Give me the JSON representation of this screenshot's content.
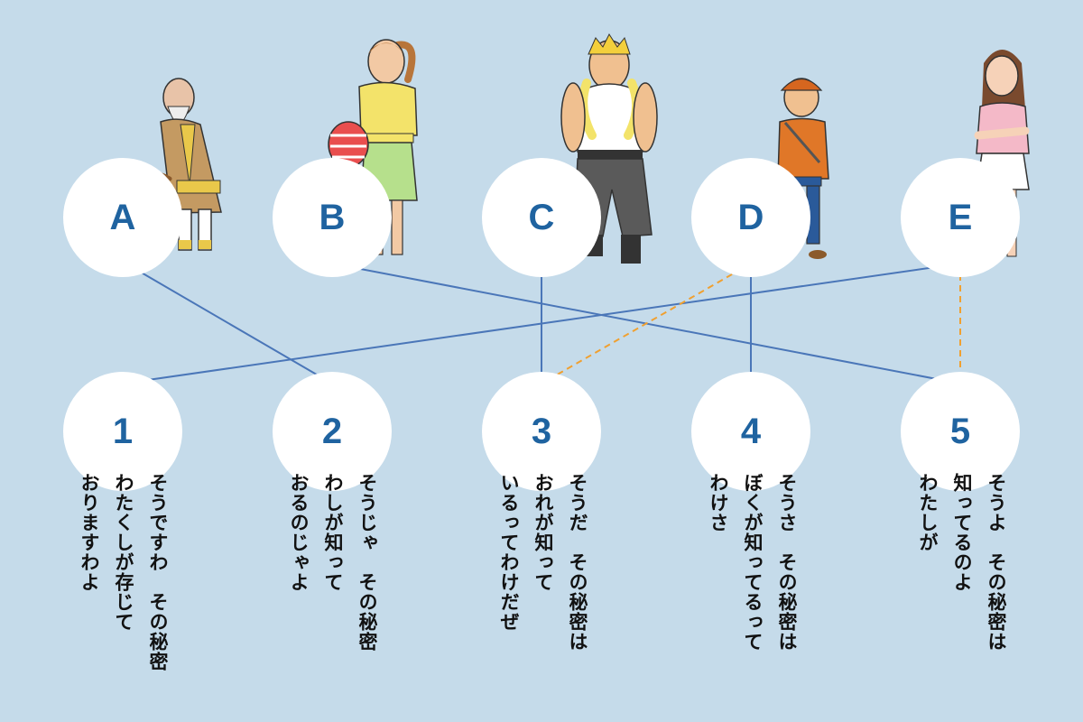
{
  "characters": [
    {
      "label": "A",
      "role": "old man"
    },
    {
      "label": "B",
      "role": "woman with bag"
    },
    {
      "label": "C",
      "role": "muscular man"
    },
    {
      "label": "D",
      "role": "boy"
    },
    {
      "label": "E",
      "role": "young lady"
    }
  ],
  "speeches": [
    {
      "number": "1",
      "lines": [
        "そうですわ　その秘密",
        "わたくしが存じて",
        "おりますわよ"
      ]
    },
    {
      "number": "2",
      "lines": [
        "そうじゃ　その秘密",
        "わしが知って",
        "おるのじゃよ"
      ]
    },
    {
      "number": "3",
      "lines": [
        "そうだ　その秘密は",
        "おれが知って",
        "いるってわけだぜ"
      ]
    },
    {
      "number": "4",
      "lines": [
        "そうさ　その秘密は",
        "ぼくが知ってるって",
        "わけさ"
      ]
    },
    {
      "number": "5",
      "lines": [
        "そうよ　その秘密は",
        "知ってるのよ",
        "わたしが"
      ]
    }
  ],
  "connections": [
    {
      "from": "A",
      "to": "2",
      "style": "solid"
    },
    {
      "from": "B",
      "to": "5",
      "style": "solid"
    },
    {
      "from": "C",
      "to": "3",
      "style": "solid"
    },
    {
      "from": "D",
      "to": "4",
      "style": "solid"
    },
    {
      "from": "E",
      "to": "1",
      "style": "solid"
    },
    {
      "from": "D",
      "to": "3",
      "style": "dashed"
    },
    {
      "from": "E",
      "to": "5",
      "style": "dashed"
    }
  ],
  "colors": {
    "background": "#c5dbea",
    "circle": "#ffffff",
    "label": "#1f63a0",
    "solid_line": "#4a76b8",
    "dashed_line": "#f0a030"
  }
}
